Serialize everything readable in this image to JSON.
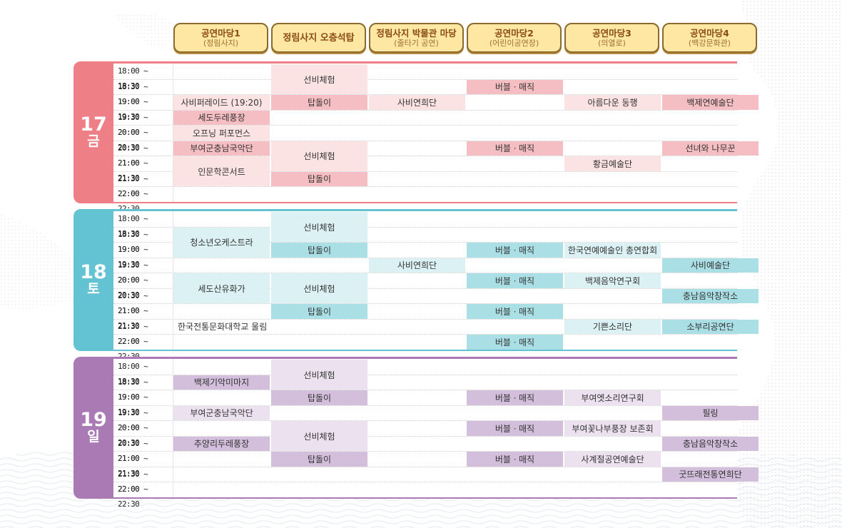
{
  "venues": [
    {
      "name": "공연마당1",
      "sub": "(정림사지)"
    },
    {
      "name": "정림사지 오층석탑",
      "sub": ""
    },
    {
      "name": "정림사지 박물관 마당",
      "sub": "(줄타기 공연)"
    },
    {
      "name": "공연마당2",
      "sub": "(어린이공연장)"
    },
    {
      "name": "공연마당3",
      "sub": "(의열로)"
    },
    {
      "name": "공연마당4",
      "sub": "(백강문화관)"
    }
  ],
  "times": [
    "18:00 ~ 18:30",
    "18:30 ~ 19:00",
    "19:00 ~ 19:30",
    "19:30 ~ 20:00",
    "20:00 ~ 20:30",
    "20:30 ~ 21:00",
    "21:00 ~ 21:30",
    "21:30 ~ 22:00",
    "22:00 ~ 22:30"
  ],
  "days": [
    {
      "num": "17",
      "weekday": "금",
      "colors": {
        "main": "#ee7f86",
        "strong": "#f5bec2",
        "light": "#fbe3e4"
      },
      "events": [
        {
          "col": 1,
          "start": 0,
          "span": 2,
          "label": "선비체험",
          "shade": "light"
        },
        {
          "col": 3,
          "start": 1,
          "span": 1,
          "label": "버블ㆍ매직",
          "shade": "strong"
        },
        {
          "col": 0,
          "start": 2,
          "span": 1,
          "label": "사비퍼레이드 (19:20)",
          "shade": "light"
        },
        {
          "col": 1,
          "start": 2,
          "span": 1,
          "label": "탑돌이",
          "shade": "strong"
        },
        {
          "col": 2,
          "start": 2,
          "span": 1,
          "label": "사비연희단",
          "shade": "light"
        },
        {
          "col": 4,
          "start": 2,
          "span": 1,
          "label": "아름다운 동행",
          "shade": "light"
        },
        {
          "col": 5,
          "start": 2,
          "span": 1,
          "label": "백제연예술단",
          "shade": "strong"
        },
        {
          "col": 0,
          "start": 3,
          "span": 1,
          "label": "세도두레풍장",
          "shade": "strong"
        },
        {
          "col": 0,
          "start": 4,
          "span": 1,
          "label": "오프닝 퍼포먼스",
          "shade": "light"
        },
        {
          "col": 0,
          "start": 5,
          "span": 1,
          "label": "부여군충남국악단",
          "shade": "strong"
        },
        {
          "col": 1,
          "start": 5,
          "span": 2,
          "label": "선비체험",
          "shade": "light"
        },
        {
          "col": 3,
          "start": 5,
          "span": 1,
          "label": "버블ㆍ매직",
          "shade": "strong"
        },
        {
          "col": 5,
          "start": 5,
          "span": 1,
          "label": "선녀와 나무꾼",
          "shade": "strong"
        },
        {
          "col": 4,
          "start": 6,
          "span": 1,
          "label": "황금예술단",
          "shade": "light"
        },
        {
          "col": 0,
          "start": 6,
          "span": 2,
          "label": "인문학콘서트",
          "shade": "light"
        },
        {
          "col": 1,
          "start": 7,
          "span": 1,
          "label": "탑돌이",
          "shade": "strong"
        }
      ]
    },
    {
      "num": "18",
      "weekday": "토",
      "colors": {
        "main": "#63c3d2",
        "strong": "#aadfe6",
        "light": "#dcf1f4"
      },
      "events": [
        {
          "col": 1,
          "start": 0,
          "span": 2,
          "label": "선비체험",
          "shade": "light"
        },
        {
          "col": 0,
          "start": 1,
          "span": 2,
          "label": "청소년오케스트라",
          "shade": "light"
        },
        {
          "col": 1,
          "start": 2,
          "span": 1,
          "label": "탑돌이",
          "shade": "strong"
        },
        {
          "col": 3,
          "start": 2,
          "span": 1,
          "label": "버블ㆍ매직",
          "shade": "strong"
        },
        {
          "col": 4,
          "start": 2,
          "span": 1,
          "label": "한국연예예술인 총연합회",
          "shade": "light"
        },
        {
          "col": 2,
          "start": 3,
          "span": 1,
          "label": "사비연희단",
          "shade": "light"
        },
        {
          "col": 5,
          "start": 3,
          "span": 1,
          "label": "사비예술단",
          "shade": "strong"
        },
        {
          "col": 0,
          "start": 4,
          "span": 2,
          "label": "세도산유화가",
          "shade": "light"
        },
        {
          "col": 1,
          "start": 4,
          "span": 2,
          "label": "선비체험",
          "shade": "light"
        },
        {
          "col": 3,
          "start": 4,
          "span": 1,
          "label": "버블ㆍ매직",
          "shade": "strong"
        },
        {
          "col": 4,
          "start": 4,
          "span": 1,
          "label": "백제음악연구회",
          "shade": "light"
        },
        {
          "col": 5,
          "start": 5,
          "span": 1,
          "label": "충남음악창작소",
          "shade": "strong"
        },
        {
          "col": 1,
          "start": 6,
          "span": 1,
          "label": "탑돌이",
          "shade": "strong"
        },
        {
          "col": 3,
          "start": 6,
          "span": 1,
          "label": "버블ㆍ매직",
          "shade": "strong"
        },
        {
          "col": 0,
          "start": 7,
          "span": 1,
          "label": "한국전통문화대학교 울림",
          "shade": "none",
          "align": "left"
        },
        {
          "col": 4,
          "start": 7,
          "span": 1,
          "label": "기쁜소리단",
          "shade": "light"
        },
        {
          "col": 5,
          "start": 7,
          "span": 1,
          "label": "소부리공연단",
          "shade": "strong"
        },
        {
          "col": 3,
          "start": 8,
          "span": 1,
          "label": "버블ㆍ매직",
          "shade": "strong"
        }
      ]
    },
    {
      "num": "19",
      "weekday": "일",
      "colors": {
        "main": "#a97ab4",
        "strong": "#d3bedb",
        "light": "#ece2ef"
      },
      "events": [
        {
          "col": 1,
          "start": 0,
          "span": 2,
          "label": "선비체험",
          "shade": "light"
        },
        {
          "col": 0,
          "start": 1,
          "span": 1,
          "label": "백제기악미마지",
          "shade": "strong"
        },
        {
          "col": 1,
          "start": 2,
          "span": 1,
          "label": "탑돌이",
          "shade": "strong"
        },
        {
          "col": 3,
          "start": 2,
          "span": 1,
          "label": "버블ㆍ매직",
          "shade": "strong"
        },
        {
          "col": 4,
          "start": 2,
          "span": 1,
          "label": "부여엣소리연구회",
          "shade": "light"
        },
        {
          "col": 0,
          "start": 3,
          "span": 1,
          "label": "부여군충남국악단",
          "shade": "light"
        },
        {
          "col": 5,
          "start": 3,
          "span": 1,
          "label": "필링",
          "shade": "strong"
        },
        {
          "col": 1,
          "start": 4,
          "span": 2,
          "label": "선비체험",
          "shade": "light"
        },
        {
          "col": 3,
          "start": 4,
          "span": 1,
          "label": "버블ㆍ매직",
          "shade": "strong"
        },
        {
          "col": 4,
          "start": 4,
          "span": 1,
          "label": "부여꽃나부풍장 보존회",
          "shade": "light"
        },
        {
          "col": 0,
          "start": 5,
          "span": 1,
          "label": "추양리두레풍장",
          "shade": "strong"
        },
        {
          "col": 5,
          "start": 5,
          "span": 1,
          "label": "충남음악창작소",
          "shade": "strong"
        },
        {
          "col": 1,
          "start": 6,
          "span": 1,
          "label": "탑돌이",
          "shade": "strong"
        },
        {
          "col": 3,
          "start": 6,
          "span": 1,
          "label": "버블ㆍ매직",
          "shade": "strong"
        },
        {
          "col": 4,
          "start": 6,
          "span": 1,
          "label": "사계절공연예술단",
          "shade": "light"
        },
        {
          "col": 5,
          "start": 7,
          "span": 1,
          "label": "굿뜨래전통연희단",
          "shade": "strong"
        }
      ]
    }
  ]
}
